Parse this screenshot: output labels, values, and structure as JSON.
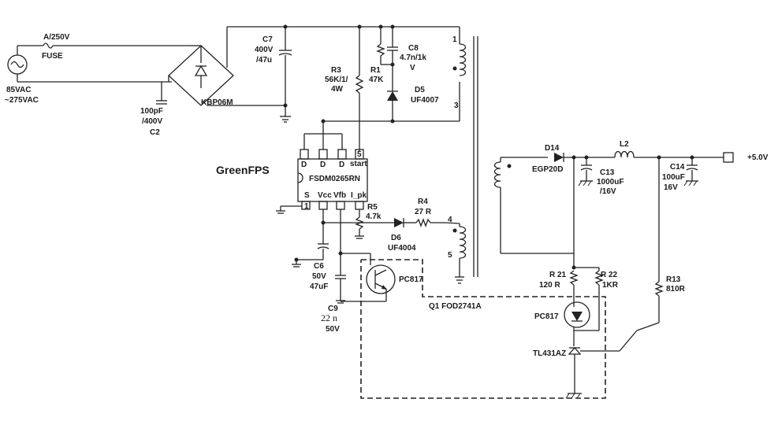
{
  "labels": {
    "fuse_rating": "A/250V",
    "fuse": "FUSE",
    "ac_in1": "85VAC",
    "ac_in2": "~275VAC",
    "c2_a": "100pF",
    "c2_b": "/400V",
    "c2_c": "C2",
    "bridge": "KBP06M",
    "c7_a": "C7",
    "c7_b": "400V",
    "c7_c": "/47u",
    "r3_a": "R3",
    "r3_b": "56K/1/",
    "r3_c": "4W",
    "r1_a": "R1",
    "r1_b": "47K",
    "c8_a": "C8",
    "c8_b": "4.7n/1k",
    "c8_c": "V",
    "d5_a": "D5",
    "d5_b": "UF4007",
    "pin1": "1",
    "pin3": "3",
    "pin4": "4",
    "pin5": "5",
    "greenfps": "GreenFPS",
    "ic_part": "FSDM0265RN",
    "ic_d1": "D",
    "ic_d2": "D",
    "ic_d3": "D",
    "ic_start": "start",
    "ic_s": "S",
    "ic_vcc": "Vcc",
    "ic_vfb": "Vfb",
    "ic_ipk": "I_pk",
    "ic_pin5": "5",
    "ic_pin1": "1",
    "r5_a": "R5",
    "r5_b": "4.7k",
    "r4_a": "R4",
    "r4_b": "27 R",
    "d6_a": "D6",
    "d6_b": "UF4004",
    "c6_a": "C6",
    "c6_b": "50V",
    "c6_c": "47uF",
    "c9_a": "C9",
    "c9_b": "22 n",
    "c9_c": "50V",
    "pc817_left": "PC817",
    "q1": "Q1  FOD2741A",
    "d14_a": "D14",
    "d14_b": "EGP20D",
    "l2": "L2",
    "c13_a": "C13",
    "c13_b": "1000uF",
    "c13_c": "/16V",
    "c14_a": "C14",
    "c14_b": "100uF",
    "c14_c": "16V",
    "out": "+5.0V",
    "r21_a": "R 21",
    "r21_b": "120  R",
    "r22_a": "R 22",
    "r22_b": "1KR",
    "r13_a": "R13",
    "r13_b": "810R",
    "pc817_right": "PC817",
    "tl431": "TL431AZ"
  }
}
